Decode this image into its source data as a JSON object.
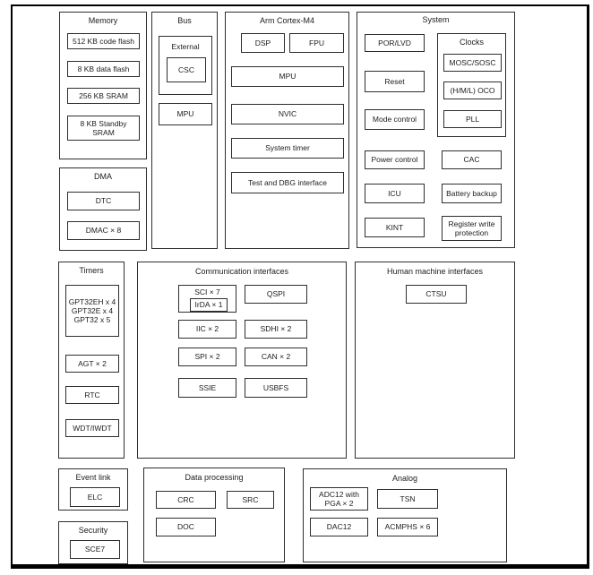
{
  "blocks": {
    "memory": {
      "title": "Memory",
      "items": [
        "512 KB code flash",
        "8 KB data flash",
        "256 KB SRAM",
        "8 KB Standby SRAM"
      ]
    },
    "dma": {
      "title": "DMA",
      "items": [
        "DTC",
        "DMAC × 8"
      ]
    },
    "bus": {
      "title": "Bus",
      "external_label": "External",
      "csc": "CSC",
      "mpu": "MPU"
    },
    "cortex": {
      "title": "Arm Cortex-M4",
      "dsp": "DSP",
      "fpu": "FPU",
      "items": [
        "MPU",
        "NVIC",
        "System timer",
        "Test and DBG interface"
      ]
    },
    "system": {
      "title": "System",
      "left_items": [
        "POR/LVD",
        "Reset",
        "Mode control",
        "Power control",
        "ICU",
        "KINT"
      ],
      "clocks": {
        "title": "Clocks",
        "items": [
          "MOSC/SOSC",
          "(H/M/L) OCO",
          "PLL"
        ]
      },
      "right_items": [
        "CAC",
        "Battery backup",
        "Register write protection"
      ]
    },
    "timers": {
      "title": "Timers",
      "gpt_lines": [
        "GPT32EH x 4",
        "GPT32E x 4",
        "GPT32 x 5"
      ],
      "items": [
        "AGT × 2",
        "RTC",
        "WDT/IWDT"
      ]
    },
    "comm": {
      "title": "Communication interfaces",
      "sci": "SCI × 7",
      "irda": "IrDA × 1",
      "left_items": [
        "IIC × 2",
        "SPI × 2",
        "SSIE"
      ],
      "right_items": [
        "QSPI",
        "SDHI × 2",
        "CAN × 2",
        "USBFS"
      ]
    },
    "hmi": {
      "title": "Human machine interfaces",
      "items": [
        "CTSU"
      ]
    },
    "event_link": {
      "title": "Event link",
      "items": [
        "ELC"
      ]
    },
    "security": {
      "title": "Security",
      "items": [
        "SCE7"
      ]
    },
    "data_processing": {
      "title": "Data processing",
      "items": [
        "CRC",
        "SRC",
        "DOC"
      ]
    },
    "analog": {
      "title": "Analog",
      "adc": "ADC12 with PGA × 2",
      "tsn": "TSN",
      "dac": "DAC12",
      "acmphs": "ACMPHS × 6"
    }
  },
  "colors": {
    "border": "#2e2e2e",
    "frame": "#000000",
    "background": "#ffffff",
    "text": "#1c1c1c"
  }
}
